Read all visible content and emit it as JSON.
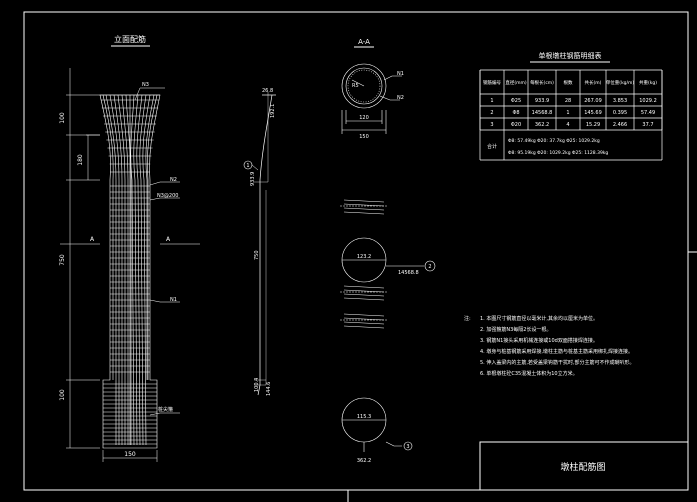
{
  "drawing": {
    "elevation_title": "立面配筋",
    "section_title": "A-A",
    "elevation_dims": [
      "100",
      "180",
      "750",
      "100"
    ],
    "bottom_width": "150",
    "elevation_labels": {
      "n3": "N3",
      "n2": "N2",
      "spacing": "N3@200",
      "n1": "N1",
      "a_left": "A",
      "a_right": "A",
      "foot": "桩尖箍"
    },
    "middle_dims": {
      "top": "26.8",
      "top2": "192.1",
      "mid": "750",
      "lower": "100",
      "bottom": "100.4",
      "mark1": "933.9",
      "mark2": "144.6"
    },
    "section": {
      "r": "R5",
      "n1": "N1",
      "n2": "N2",
      "width1": "120",
      "width2": "150"
    },
    "spiral_labels": {
      "circle1": "123.2",
      "spiral_len": "14568.8",
      "circle_bottom": "115.3",
      "bottom_len": "362.2"
    },
    "balloons": [
      "1",
      "2",
      "3"
    ],
    "sheet_title": "墩柱配筋图"
  },
  "table": {
    "title": "单根墩柱钢筋明细表",
    "headers": [
      "钢筋编号",
      "直径(mm)",
      "每根长(cm)",
      "根数",
      "共长(m)",
      "单位重(kg/m)",
      "共重(kg)"
    ],
    "rows": [
      [
        "1",
        "Φ25",
        "933.9",
        "28",
        "267.09",
        "3.853",
        "1029.2"
      ],
      [
        "2",
        "Φ8",
        "14568.8",
        "1",
        "145.69",
        "0.395",
        "57.49"
      ],
      [
        "3",
        "Φ20",
        "362.2",
        "4",
        "15.29",
        "2.466",
        "37.7"
      ]
    ],
    "total_label": "合计",
    "total_line1": "Φ8: 57.49kg   Φ20: 37.7kg   Φ25: 1029.2kg",
    "total_line2": "Φ8: 95.19kg   Φ20: 1029.2kg   Φ25: 1128.39kg"
  },
  "notes": {
    "label": "注:",
    "items": [
      "1. 本图尺寸钢筋直径以毫米计,其余均以厘米为单位。",
      "2. 加强箍筋N3每隔2长设一根。",
      "3. 钢筋N1接头采用机械连接或10d双面搭接焊连接。",
      "4. 墩身与桩基钢筋采用焊接,墩柱主筋与桩基主筋采用绑扎焊接连接。",
      "5. 伸入盖梁内的主筋,若受盖梁钩筋干扰时,部分主筋可不作成喇叭形。",
      "6. 单根墩柱砼C35混凝土体积为10立方米。"
    ]
  },
  "colors": {
    "background": "#000000",
    "lines": "#ffffff",
    "accent": "#ffff00",
    "cyan": "#00ffff"
  }
}
